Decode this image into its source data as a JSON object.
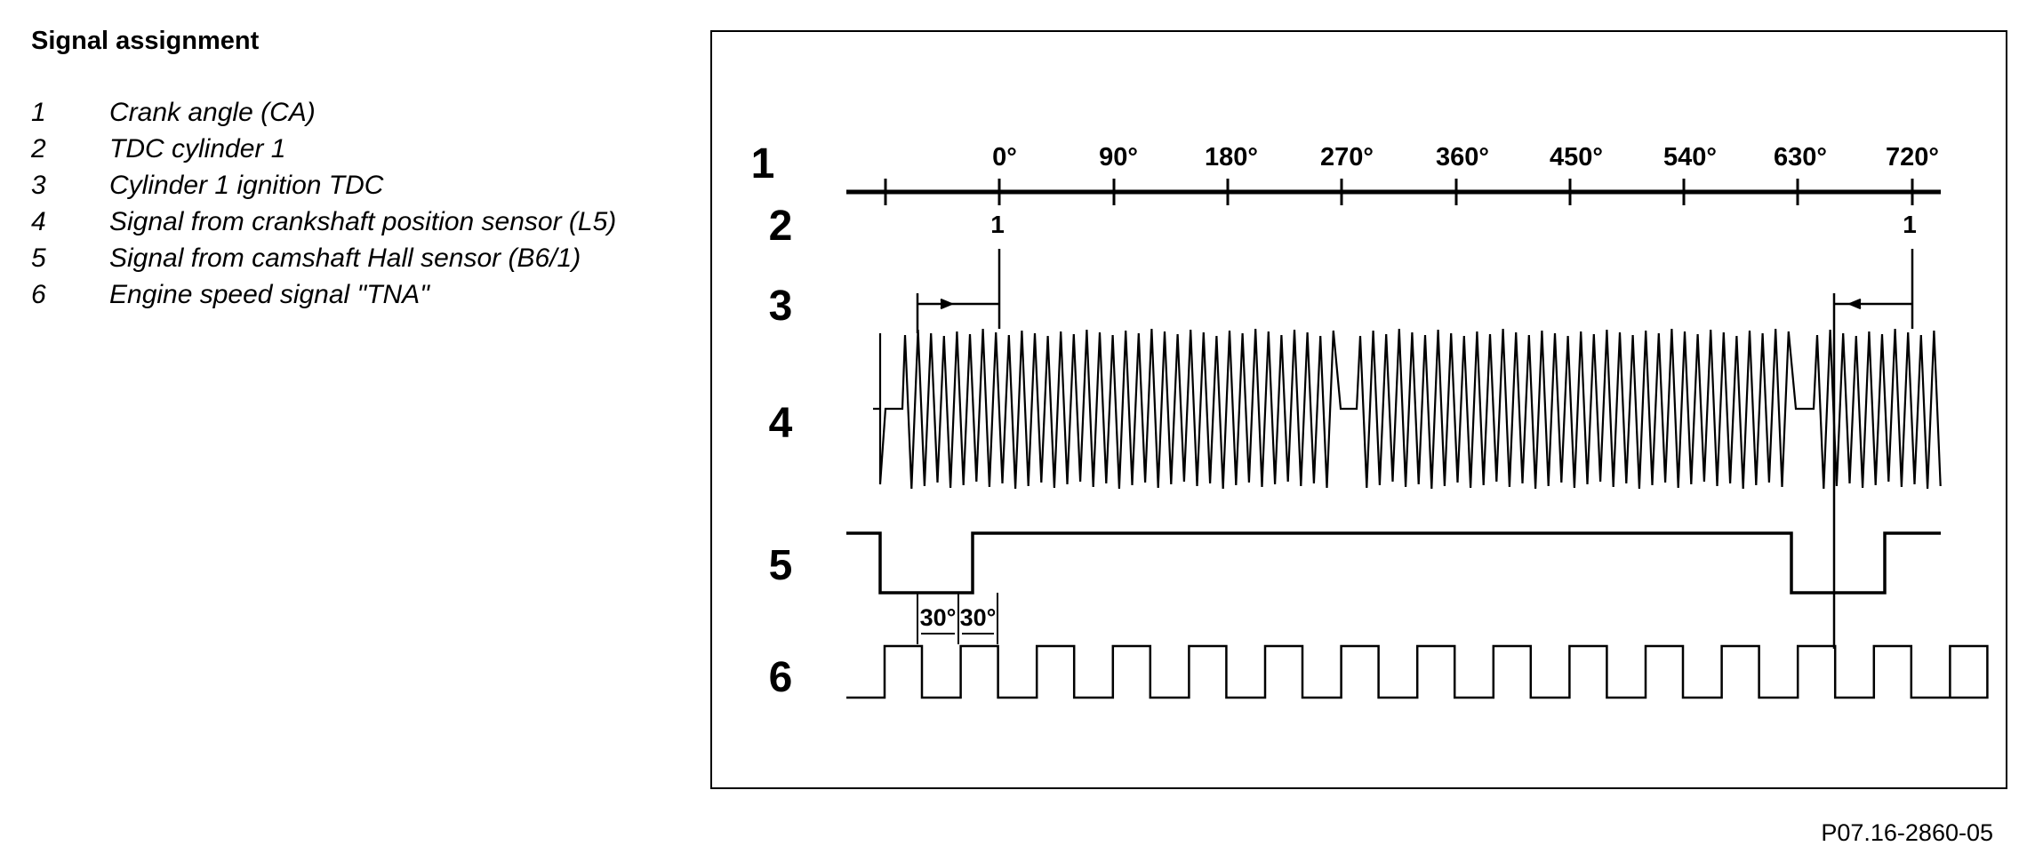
{
  "legend": {
    "title": "Signal assignment",
    "items": [
      {
        "num": "1",
        "text": "Crank angle (CA)"
      },
      {
        "num": "2",
        "text": "TDC cylinder 1"
      },
      {
        "num": "3",
        "text": "Cylinder 1 ignition TDC"
      },
      {
        "num": "4",
        "text": "Signal from crankshaft position sensor (L5)"
      },
      {
        "num": "5",
        "text": "Signal from camshaft Hall sensor (B6/1)"
      },
      {
        "num": "6",
        "text": "Engine speed signal \"TNA\""
      }
    ]
  },
  "diagram": {
    "row_labels": [
      "1",
      "2",
      "3",
      "4",
      "5",
      "6"
    ],
    "angle_ticks": [
      "0°",
      "90°",
      "180°",
      "270°",
      "360°",
      "450°",
      "540°",
      "630°",
      "720°"
    ],
    "tdc_marks": [
      "1",
      "1"
    ],
    "dimension_labels": [
      "30°",
      "30°"
    ]
  },
  "figure_id": "P07.16-2860-05"
}
